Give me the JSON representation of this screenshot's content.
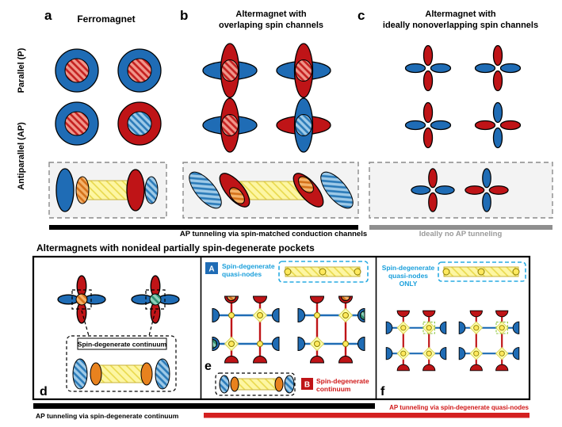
{
  "colors": {
    "blue": "#1f6cb5",
    "red": "#bf1417",
    "orange": "#e8821e",
    "teal": "#2e8f72",
    "yellow_bar": "#fdf6a3",
    "cyan_accent": "#29abe2",
    "gray_bar": "#8f8f8f",
    "red_caption": "#d01818",
    "black_bar": "#000000"
  },
  "header": {
    "a_letter": "a",
    "a_title": "Ferromagnet",
    "b_letter": "b",
    "b_title_1": "Altermagnet with",
    "b_title_2": "overlaping spin channels",
    "c_letter": "c",
    "c_title_1": "Altermagnet with",
    "c_title_2": "ideally nonoverlapping spin channels"
  },
  "rows": {
    "parallel": "Parallel (P)",
    "antiparallel": "Antiparallel (AP)"
  },
  "captions": {
    "ab_bar": "AP tunneling via spin-matched conduction channels",
    "c_bar": "Ideally no AP tunneling",
    "bottom_heading": "Altermagnets with nonideal partially spin-degenerate pockets",
    "d_bar": "AP tunneling via spin-degenerate continuum",
    "ef_bar": "AP tunneling via spin-degenerate quasi-nodes"
  },
  "bottom": {
    "d_letter": "d",
    "d_continuum": "Spin-degenerate continuum",
    "e_letter": "e",
    "e_badge_a": "A",
    "e_quasi_1": "Spin-degenerate",
    "e_quasi_2": "quasi-nodes",
    "e_badge_b": "B",
    "e_cont_1": "Spin-degenerate",
    "e_cont_2": "continuum",
    "f_letter": "f",
    "f_label_1": "Spin-degenerate",
    "f_label_2": "quasi-nodes",
    "f_label_3": "ONLY"
  }
}
